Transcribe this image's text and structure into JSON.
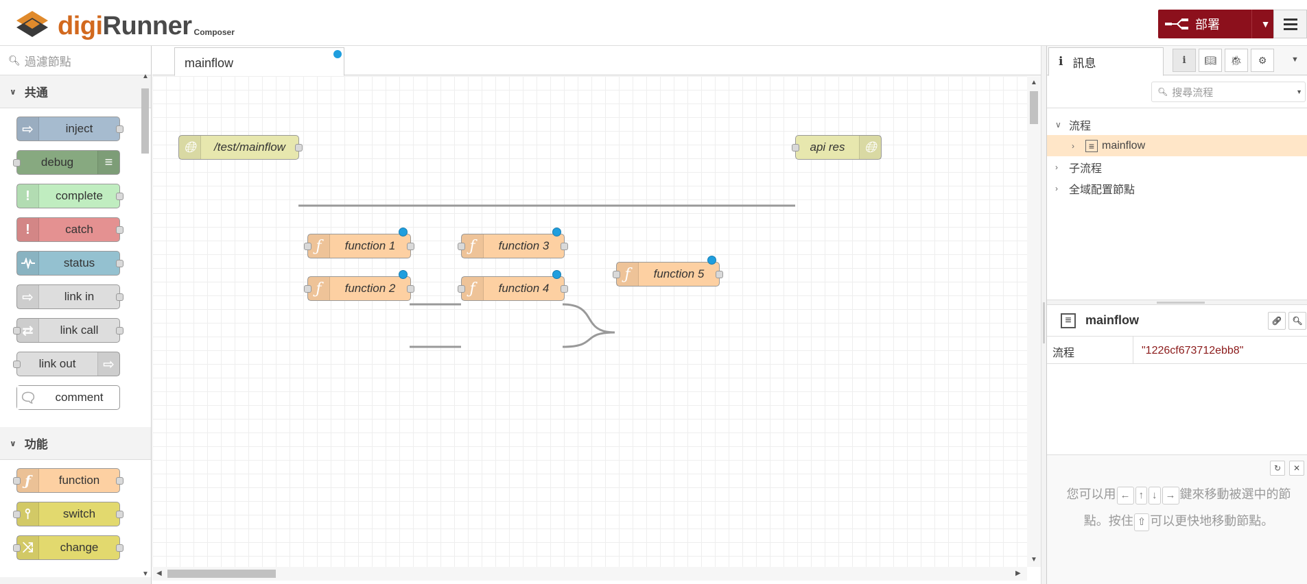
{
  "header": {
    "brand_part1": "digi",
    "brand_part2": "Runner",
    "brand_sub": "Composer",
    "deploy_label": "部署"
  },
  "palette": {
    "search_placeholder": "過濾節點",
    "categories": [
      {
        "label": "共通",
        "nodes": [
          {
            "label": "inject",
            "color": "#a6bbcf"
          },
          {
            "label": "debug",
            "color": "#87a980"
          },
          {
            "label": "complete",
            "color": "#c0edc0"
          },
          {
            "label": "catch",
            "color": "#e49191"
          },
          {
            "label": "status",
            "color": "#94c1d0"
          },
          {
            "label": "link in",
            "color": "#dddddd"
          },
          {
            "label": "link call",
            "color": "#dddddd"
          },
          {
            "label": "link out",
            "color": "#dddddd"
          },
          {
            "label": "comment",
            "color": "#ffffff"
          }
        ]
      },
      {
        "label": "功能",
        "nodes": [
          {
            "label": "function",
            "color": "#fdd0a2"
          },
          {
            "label": "switch",
            "color": "#e2d96e"
          },
          {
            "label": "change",
            "color": "#e2d96e"
          }
        ]
      }
    ]
  },
  "workspace": {
    "tab_label": "mainflow",
    "nodes": [
      {
        "id": "http-in",
        "label": "/test/mainflow",
        "color": "#e7e7ae"
      },
      {
        "id": "http-response",
        "label": "api res",
        "color": "#e7e7ae"
      },
      {
        "id": "function1",
        "label": "function 1",
        "color": "#fdd0a2"
      },
      {
        "id": "function2",
        "label": "function 2",
        "color": "#fdd0a2"
      },
      {
        "id": "function3",
        "label": "function 3",
        "color": "#fdd0a2"
      },
      {
        "id": "function4",
        "label": "function 4",
        "color": "#fdd0a2"
      },
      {
        "id": "function5",
        "label": "function 5",
        "color": "#fdd0a2"
      }
    ]
  },
  "sidebar": {
    "tab_label": "訊息",
    "search_placeholder": "搜尋流程",
    "tree": {
      "flows_label": "流程",
      "flow_item": "mainflow",
      "subflows_label": "子流程",
      "global_config_label": "全域配置節點"
    },
    "info": {
      "title": "mainflow",
      "prop_key": "流程",
      "prop_value": "\"1226cf673712ebb8\""
    },
    "help": {
      "part1": "您可以用",
      "part2": "鍵來移動被選中的節點。按住",
      "part3": "可以更快地移動節點。",
      "keys": [
        "←",
        "↑",
        "↓",
        "→",
        "⇧"
      ]
    }
  }
}
